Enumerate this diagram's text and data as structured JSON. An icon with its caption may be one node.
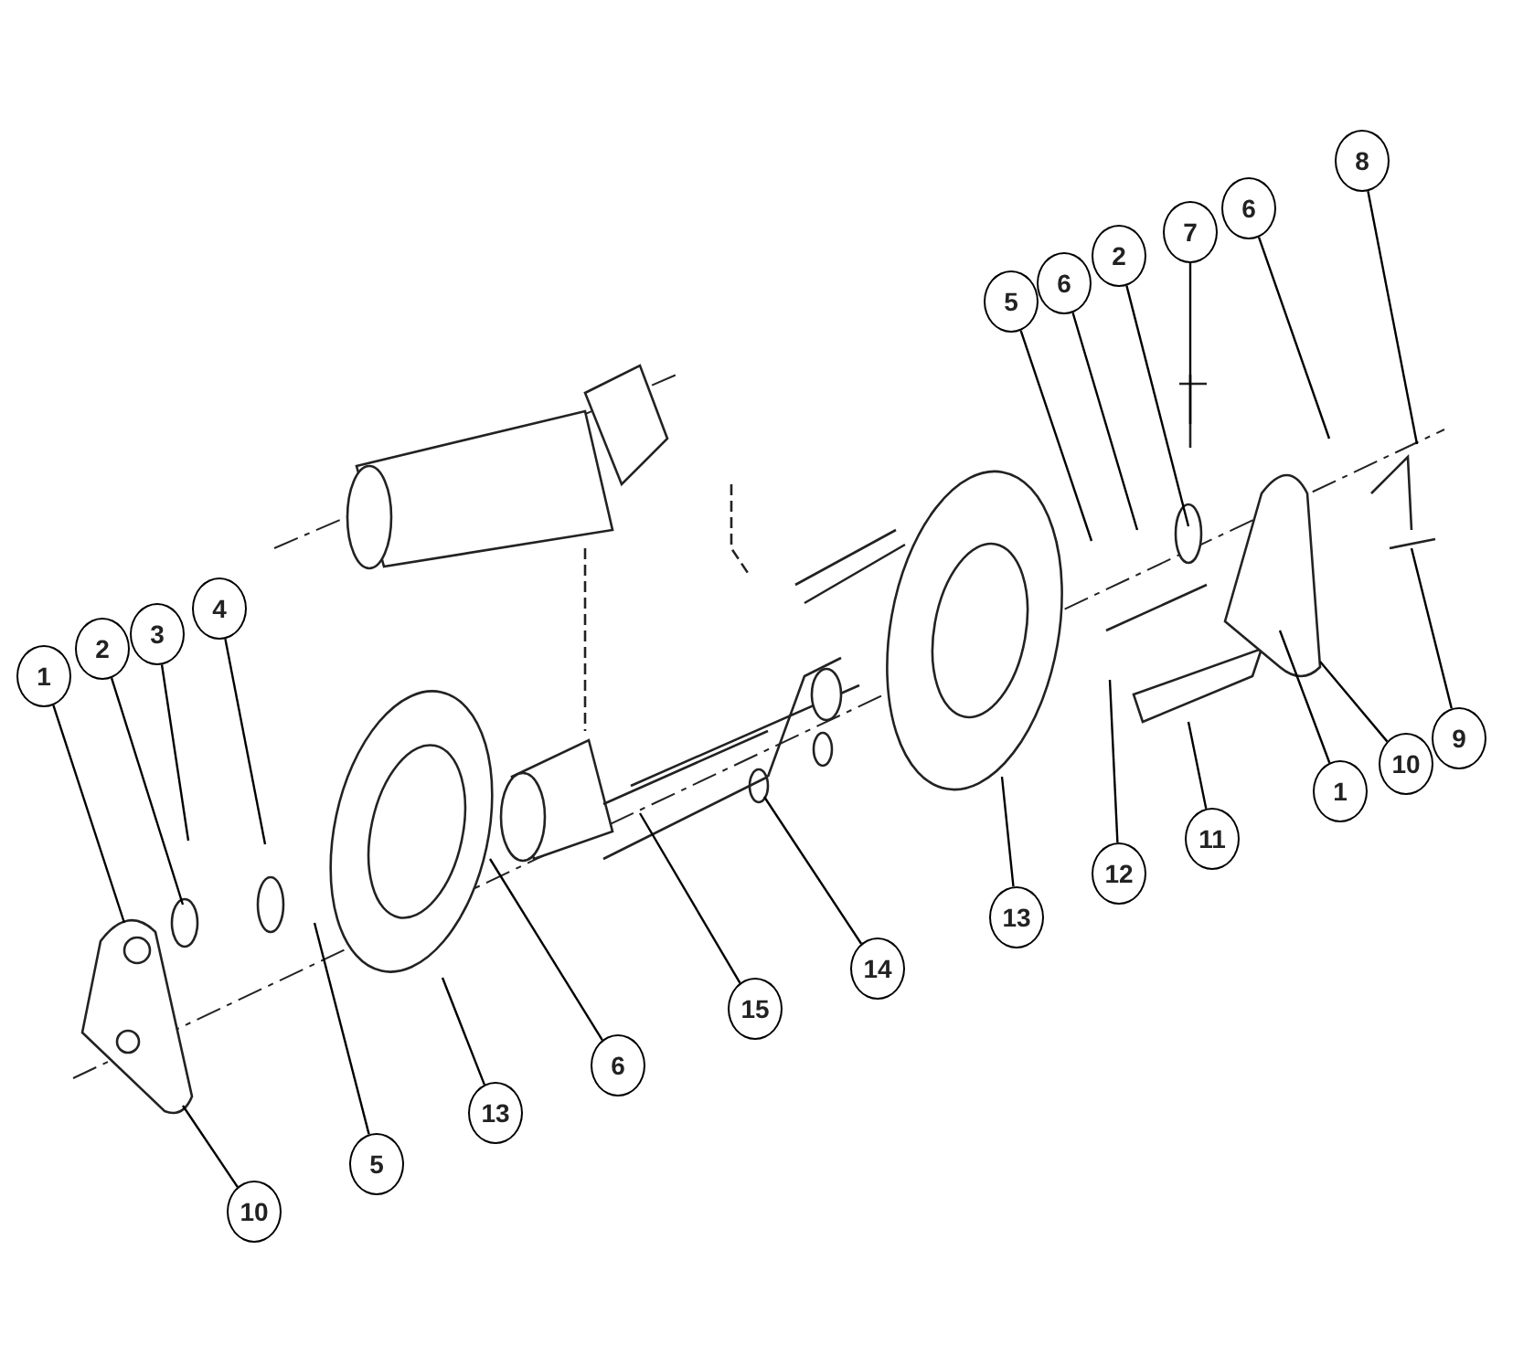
{
  "diagram": {
    "nodes": [
      {
        "text": [
          "8"
        ]
      },
      {
        "text": [
          "6"
        ]
      },
      {
        "text": [
          "7"
        ]
      },
      {
        "text": [
          "2"
        ]
      },
      {
        "text": [
          "6"
        ]
      },
      {
        "text": [
          "5"
        ]
      },
      {
        "text": [
          "4"
        ]
      },
      {
        "text": [
          "3"
        ]
      },
      {
        "text": [
          "2"
        ]
      },
      {
        "text": [
          "1"
        ]
      },
      {
        "text": [
          "9"
        ]
      },
      {
        "text": [
          "10"
        ]
      },
      {
        "text": [
          "1"
        ]
      },
      {
        "text": [
          "11"
        ]
      },
      {
        "text": [
          "12"
        ]
      },
      {
        "text": [
          "13"
        ]
      },
      {
        "text": [
          "14"
        ]
      },
      {
        "text": [
          "15"
        ]
      },
      {
        "text": [
          "6"
        ]
      },
      {
        "text": [
          "13"
        ]
      },
      {
        "text": [
          "5"
        ]
      },
      {
        "text": [
          "10"
        ]
      }
    ],
    "edges": [
      {
        "from": 0,
        "to": null,
        "arrow": "none"
      },
      {
        "from": 1,
        "to": null,
        "arrow": "none"
      },
      {
        "from": 2,
        "to": null,
        "arrow": "none"
      },
      {
        "from": 3,
        "to": null,
        "arrow": "none"
      },
      {
        "from": 4,
        "to": null,
        "arrow": "none"
      },
      {
        "from": 5,
        "to": null,
        "arrow": "none"
      },
      {
        "from": 6,
        "to": null,
        "arrow": "none"
      },
      {
        "from": 7,
        "to": null,
        "arrow": "none"
      },
      {
        "from": 8,
        "to": null,
        "arrow": "none"
      },
      {
        "from": 9,
        "to": null,
        "arrow": "none"
      },
      {
        "from": 10,
        "to": null,
        "arrow": "none"
      },
      {
        "from": 11,
        "to": null,
        "arrow": "none"
      },
      {
        "from": 12,
        "to": null,
        "arrow": "none"
      },
      {
        "from": 13,
        "to": null,
        "arrow": "none"
      },
      {
        "from": 14,
        "to": null,
        "arrow": "none"
      },
      {
        "from": 15,
        "to": null,
        "arrow": "none"
      },
      {
        "from": 16,
        "to": null,
        "arrow": "none"
      },
      {
        "from": 17,
        "to": null,
        "arrow": "none"
      },
      {
        "from": 18,
        "to": null,
        "arrow": "none"
      },
      {
        "from": 19,
        "to": null,
        "arrow": "none"
      },
      {
        "from": 20,
        "to": null,
        "arrow": "none"
      },
      {
        "from": 21,
        "to": null,
        "arrow": "none"
      }
    ]
  }
}
